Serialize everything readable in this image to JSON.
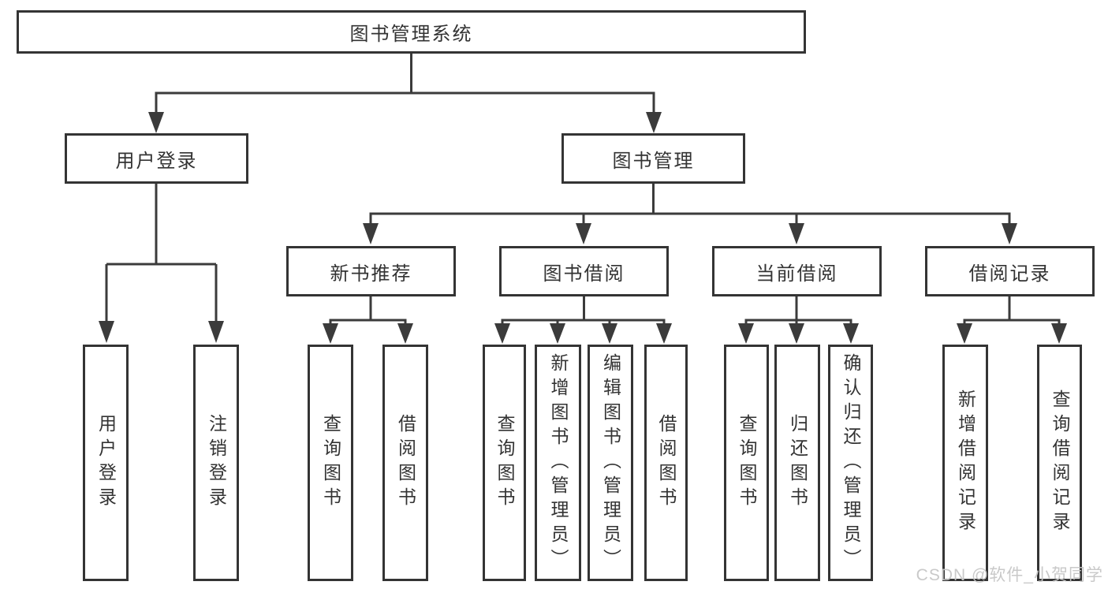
{
  "tree": {
    "root": {
      "label": "图书管理系统"
    },
    "branches": [
      {
        "label": "用户登录",
        "leaves": [
          "用户登录",
          "注销登录"
        ]
      },
      {
        "label": "图书管理",
        "children": [
          {
            "label": "新书推荐",
            "leaves": [
              "查询图书",
              "借阅图书"
            ]
          },
          {
            "label": "图书借阅",
            "leaves": [
              "查询图书",
              "新增图书（管理员）",
              "编辑图书（管理员）",
              "借阅图书"
            ]
          },
          {
            "label": "当前借阅",
            "leaves": [
              "查询图书",
              "归还图书",
              "确认归还（管理员）"
            ]
          },
          {
            "label": "借阅记录",
            "leaves": [
              "新增借阅记录",
              "查询借阅记录"
            ]
          }
        ]
      }
    ]
  },
  "watermark": {
    "text": "CSDN @软件_小贺同学"
  },
  "colors": {
    "line": "#3b3b3b",
    "box_border": "#343434",
    "text": "#333333",
    "watermark": "#c6c6c6",
    "background": "#ffffff"
  }
}
